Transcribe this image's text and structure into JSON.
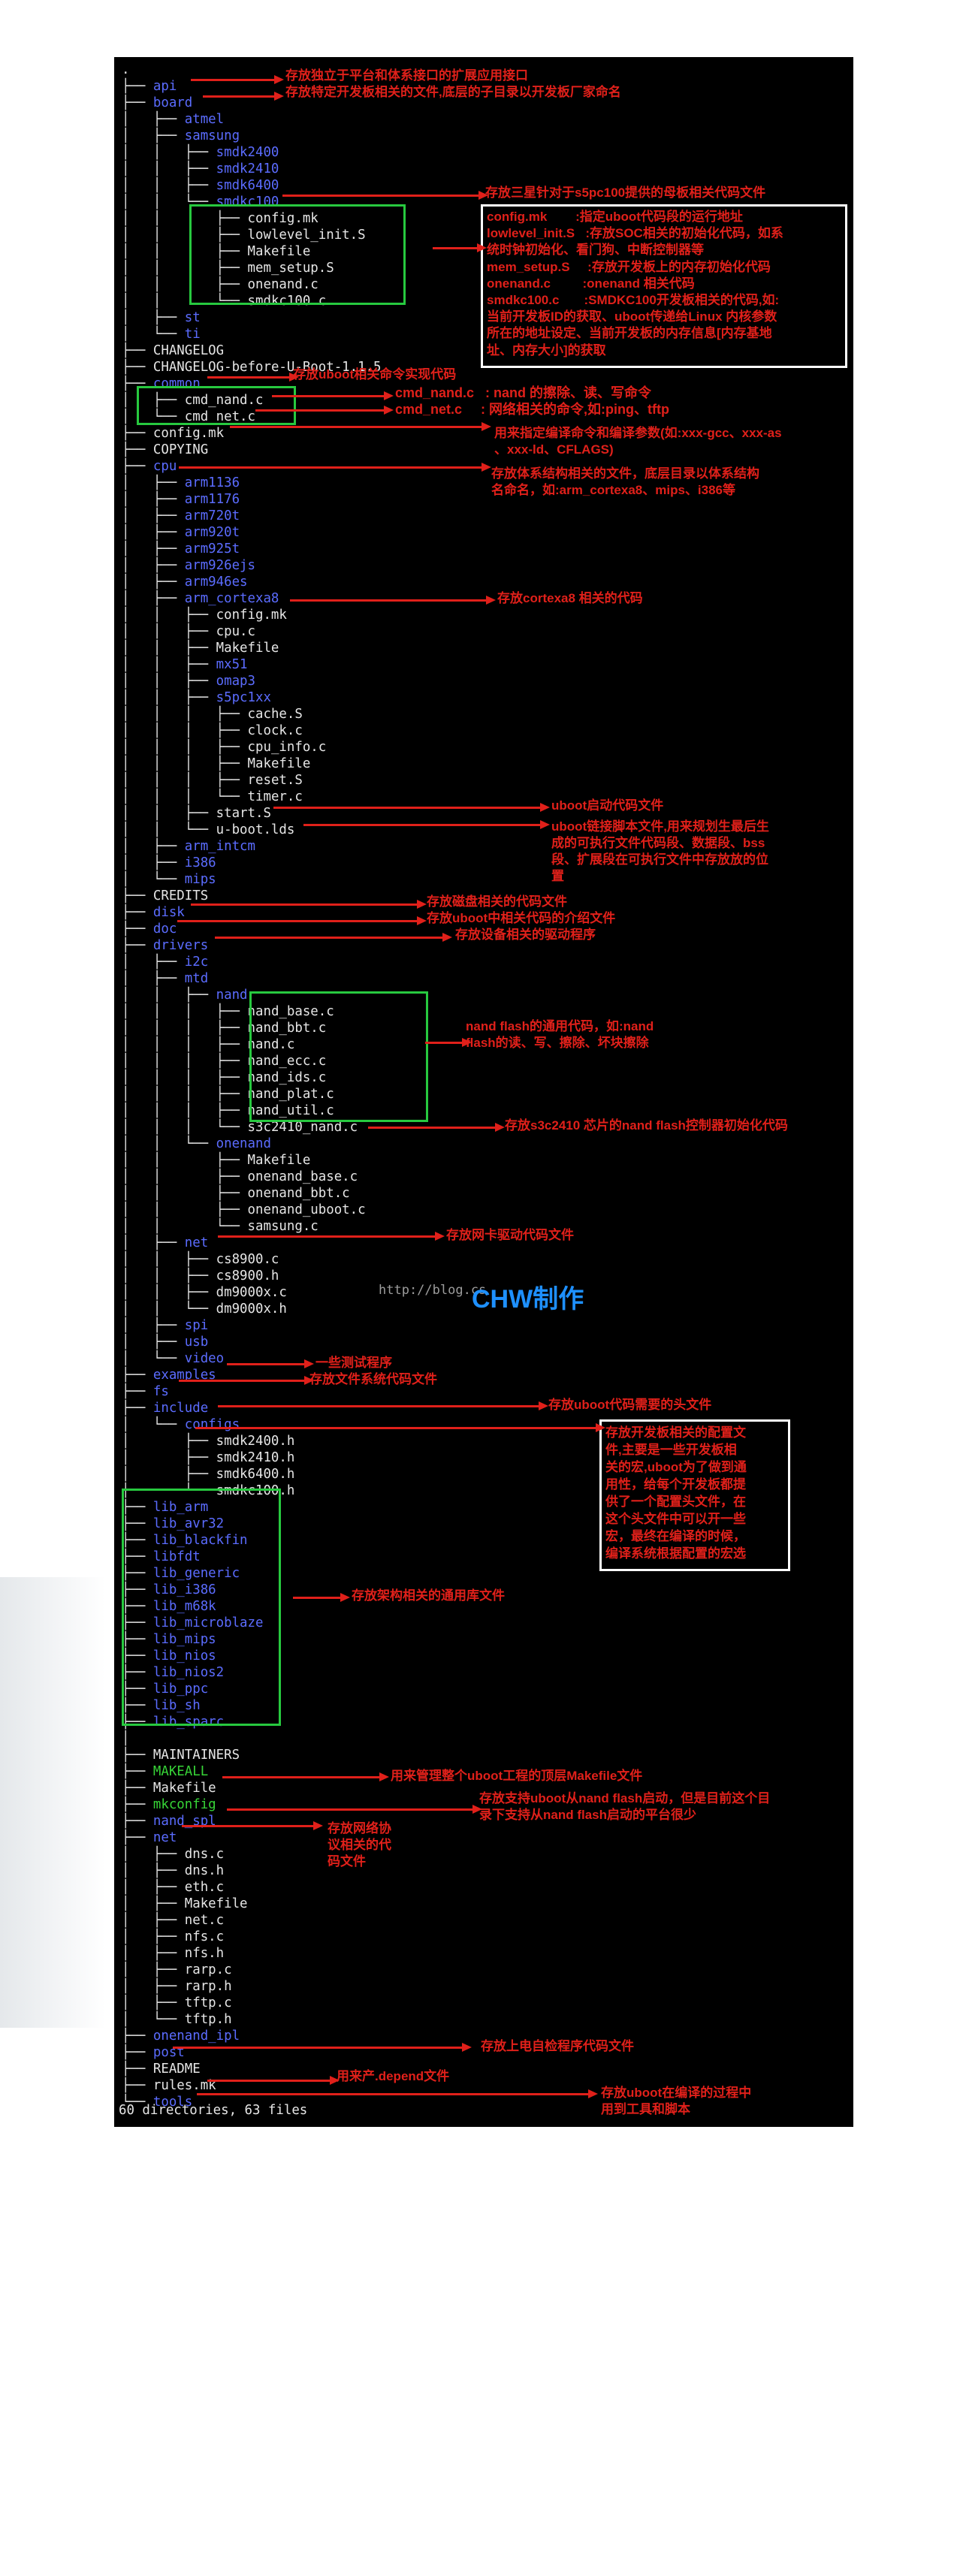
{
  "tree_lines": [
    {
      "text": ".",
      "color": "w"
    },
    {
      "text": "├── api",
      "color": "d"
    },
    {
      "text": "├── board",
      "color": "d"
    },
    {
      "text": "│   ├── atmel",
      "color": "d"
    },
    {
      "text": "│   ├── samsung",
      "color": "d"
    },
    {
      "text": "│   │   ├── smdk2400",
      "color": "d"
    },
    {
      "text": "│   │   ├── smdk2410",
      "color": "d"
    },
    {
      "text": "│   │   ├── smdk6400",
      "color": "d"
    },
    {
      "text": "│   │   └── smdkc100",
      "color": "d"
    },
    {
      "text": "│   │       ├── config.mk",
      "color": "w"
    },
    {
      "text": "│   │       ├── lowlevel_init.S",
      "color": "w"
    },
    {
      "text": "│   │       ├── Makefile",
      "color": "w"
    },
    {
      "text": "│   │       ├── mem_setup.S",
      "color": "w"
    },
    {
      "text": "│   │       ├── onenand.c",
      "color": "w"
    },
    {
      "text": "│   │       └── smdkc100.c",
      "color": "w"
    },
    {
      "text": "│   ├── st",
      "color": "d"
    },
    {
      "text": "│   └── ti",
      "color": "d"
    },
    {
      "text": "├── CHANGELOG",
      "color": "w"
    },
    {
      "text": "├── CHANGELOG-before-U-Boot-1.1.5",
      "color": "w"
    },
    {
      "text": "├── common",
      "color": "d"
    },
    {
      "text": "│   ├── cmd_nand.c",
      "color": "w"
    },
    {
      "text": "│   └── cmd_net.c",
      "color": "w"
    },
    {
      "text": "├── config.mk",
      "color": "w"
    },
    {
      "text": "├── COPYING",
      "color": "w"
    },
    {
      "text": "├── cpu",
      "color": "d"
    },
    {
      "text": "│   ├── arm1136",
      "color": "d"
    },
    {
      "text": "│   ├── arm1176",
      "color": "d"
    },
    {
      "text": "│   ├── arm720t",
      "color": "d"
    },
    {
      "text": "│   ├── arm920t",
      "color": "d"
    },
    {
      "text": "│   ├── arm925t",
      "color": "d"
    },
    {
      "text": "│   ├── arm926ejs",
      "color": "d"
    },
    {
      "text": "│   ├── arm946es",
      "color": "d"
    },
    {
      "text": "│   ├── arm_cortexa8",
      "color": "d"
    },
    {
      "text": "│   │   ├── config.mk",
      "color": "w"
    },
    {
      "text": "│   │   ├── cpu.c",
      "color": "w"
    },
    {
      "text": "│   │   ├── Makefile",
      "color": "w"
    },
    {
      "text": "│   │   ├── mx51",
      "color": "d"
    },
    {
      "text": "│   │   ├── omap3",
      "color": "d"
    },
    {
      "text": "│   │   ├── s5pc1xx",
      "color": "d"
    },
    {
      "text": "│   │   │   ├── cache.S",
      "color": "w"
    },
    {
      "text": "│   │   │   ├── clock.c",
      "color": "w"
    },
    {
      "text": "│   │   │   ├── cpu_info.c",
      "color": "w"
    },
    {
      "text": "│   │   │   ├── Makefile",
      "color": "w"
    },
    {
      "text": "│   │   │   ├── reset.S",
      "color": "w"
    },
    {
      "text": "│   │   │   └── timer.c",
      "color": "w"
    },
    {
      "text": "│   │   ├── start.S",
      "color": "w"
    },
    {
      "text": "│   │   └── u-boot.lds",
      "color": "w"
    },
    {
      "text": "│   ├── arm_intcm",
      "color": "d"
    },
    {
      "text": "│   ├── i386",
      "color": "d"
    },
    {
      "text": "│   └── mips",
      "color": "d"
    },
    {
      "text": "├── CREDITS",
      "color": "w"
    },
    {
      "text": "├── disk",
      "color": "d"
    },
    {
      "text": "├── doc",
      "color": "d"
    },
    {
      "text": "├── drivers",
      "color": "d"
    },
    {
      "text": "│   ├── i2c",
      "color": "d"
    },
    {
      "text": "│   ├── mtd",
      "color": "d"
    },
    {
      "text": "│   │   ├── nand",
      "color": "d"
    },
    {
      "text": "│   │   │   ├── nand_base.c",
      "color": "w"
    },
    {
      "text": "│   │   │   ├── nand_bbt.c",
      "color": "w"
    },
    {
      "text": "│   │   │   ├── nand.c",
      "color": "w"
    },
    {
      "text": "│   │   │   ├── nand_ecc.c",
      "color": "w"
    },
    {
      "text": "│   │   │   ├── nand_ids.c",
      "color": "w"
    },
    {
      "text": "│   │   │   ├── nand_plat.c",
      "color": "w"
    },
    {
      "text": "│   │   │   ├── nand_util.c",
      "color": "w"
    },
    {
      "text": "│   │   │   └── s3c2410_nand.c",
      "color": "w"
    },
    {
      "text": "│   │   └── onenand",
      "color": "d"
    },
    {
      "text": "│   │       ├── Makefile",
      "color": "w"
    },
    {
      "text": "│   │       ├── onenand_base.c",
      "color": "w"
    },
    {
      "text": "│   │       ├── onenand_bbt.c",
      "color": "w"
    },
    {
      "text": "│   │       ├── onenand_uboot.c",
      "color": "w"
    },
    {
      "text": "│   │       └── samsung.c",
      "color": "w"
    },
    {
      "text": "│   ├── net",
      "color": "d"
    },
    {
      "text": "│   │   ├── cs8900.c",
      "color": "w"
    },
    {
      "text": "│   │   ├── cs8900.h",
      "color": "w"
    },
    {
      "text": "│   │   ├── dm9000x.c",
      "color": "w"
    },
    {
      "text": "│   │   └── dm9000x.h",
      "color": "w"
    },
    {
      "text": "│   ├── spi",
      "color": "d"
    },
    {
      "text": "│   ├── usb",
      "color": "d"
    },
    {
      "text": "│   └── video",
      "color": "d"
    },
    {
      "text": "├── examples",
      "color": "d"
    },
    {
      "text": "├── fs",
      "color": "d"
    },
    {
      "text": "├── include",
      "color": "d"
    },
    {
      "text": "│   └── configs",
      "color": "d"
    },
    {
      "text": "│       ├── smdk2400.h",
      "color": "w"
    },
    {
      "text": "│       ├── smdk2410.h",
      "color": "w"
    },
    {
      "text": "│       ├── smdk6400.h",
      "color": "w"
    },
    {
      "text": "│       └── smdkc100.h",
      "color": "w"
    },
    {
      "text": "├── lib_arm",
      "color": "d"
    },
    {
      "text": "├── lib_avr32",
      "color": "d"
    },
    {
      "text": "├── lib_blackfin",
      "color": "d"
    },
    {
      "text": "├── libfdt",
      "color": "d"
    },
    {
      "text": "├── lib_generic",
      "color": "d"
    },
    {
      "text": "├── lib_i386",
      "color": "d"
    },
    {
      "text": "├── lib_m68k",
      "color": "d"
    },
    {
      "text": "├── lib_microblaze",
      "color": "d"
    },
    {
      "text": "├── lib_mips",
      "color": "d"
    },
    {
      "text": "├── lib_nios",
      "color": "d"
    },
    {
      "text": "├── lib_nios2",
      "color": "d"
    },
    {
      "text": "├── lib_ppc",
      "color": "d"
    },
    {
      "text": "├── lib_sh",
      "color": "d"
    },
    {
      "text": "├── lib_sparc",
      "color": "d"
    },
    {
      "text": "│",
      "color": "w"
    },
    {
      "text": "├── MAINTAINERS",
      "color": "w"
    },
    {
      "text": "├── MAKEALL",
      "color": "g"
    },
    {
      "text": "├── Makefile",
      "color": "w"
    },
    {
      "text": "├── mkconfig",
      "color": "g"
    },
    {
      "text": "├── nand_spl",
      "color": "d"
    },
    {
      "text": "├── net",
      "color": "d"
    },
    {
      "text": "│   ├── dns.c",
      "color": "w"
    },
    {
      "text": "│   ├── dns.h",
      "color": "w"
    },
    {
      "text": "│   ├── eth.c",
      "color": "w"
    },
    {
      "text": "│   ├── Makefile",
      "color": "w"
    },
    {
      "text": "│   ├── net.c",
      "color": "w"
    },
    {
      "text": "│   ├── nfs.c",
      "color": "w"
    },
    {
      "text": "│   ├── nfs.h",
      "color": "w"
    },
    {
      "text": "│   ├── rarp.c",
      "color": "w"
    },
    {
      "text": "│   ├── rarp.h",
      "color": "w"
    },
    {
      "text": "│   ├── tftp.c",
      "color": "w"
    },
    {
      "text": "│   └── tftp.h",
      "color": "w"
    },
    {
      "text": "├── onenand_ipl",
      "color": "d"
    },
    {
      "text": "├── post",
      "color": "d"
    },
    {
      "text": "├── README",
      "color": "w"
    },
    {
      "text": "├── rules.mk",
      "color": "w"
    },
    {
      "text": "└── tools",
      "color": "d"
    }
  ],
  "summary": "60 directories, 63 files",
  "watermark": {
    "url": "http://blog.cs",
    "credit": "CHW制作"
  },
  "annotations": {
    "api": "存放独立于平台和体系接口的扩展应用接口",
    "board": "存放特定开发板相关的文件,底层的子目录以开发板厂家命名",
    "smdkc100": "存放三星针对于s5pc100提供的母板相关代码文件",
    "smdkc100_detail": "config.mk        :指定uboot代码段的运行地址\nlowlevel_init.S   :存放SOC相关的初始化代码，如系\n统时钟初始化、看门狗、中断控制器等\nmem_setup.S     :存放开发板上的内存初始化代码\nonenand.c         :onenand 相关代码\nsmdkc100.c       :SMDKC100开发板相关的代码,如:\n当前开发板ID的获取、uboot传递给Linux 内核参数\n所在的地址设定、当前开发板的内存信息[内存基地\n址、内存大小]的获取",
    "common": "存放uboot相关命令实现代码",
    "cmd_nand": "cmd_nand.c   : nand 的擦除、读、写命令",
    "cmd_net": "cmd_net.c     : 网络相关的命令,如:ping、tftp",
    "config_mk": "用来指定编译命令和编译参数(如:xxx-gcc、xxx-as\n、xxx-ld、CFLAGS)",
    "cpu": "存放体系结构相关的文件，底层目录以体系结构\n名命名，如:arm_cortexa8、mips、i386等",
    "cortexa8": "存放cortexa8 相关的代码",
    "start_s": "uboot启动代码文件",
    "uboot_lds": "uboot链接脚本文件,用来规划生最后生\n成的可执行文件代码段、数据段、bss\n段、扩展段在可执行文件中存放放的位\n置",
    "disk": "存放磁盘相关的代码文件",
    "doc": "存放uboot中相关代码的介绍文件",
    "drivers": "存放设备相关的驱动程序",
    "nand_flash": "nand flash的通用代码，如:nand\nflash的读、写、擦除、坏块擦除",
    "s3c2410": "存放s3c2410 芯片的nand flash控制器初始化代码",
    "net_drivers": "存放网卡驱动代码文件",
    "examples": "一些测试程序",
    "fs": "存放文件系统代码文件",
    "include": "存放uboot代码需要的头文件",
    "configs": "存放开发板相关的配置文\n件,主要是一些开发板相\n关的宏,uboot为了做到通\n用性，给每个开发板都提\n供了一个配置头文件，在\n这个头文件中可以开一些\n宏，最终在编译的时候，\n编译系统根据配置的宏选",
    "lib": "存放架构相关的通用库文件",
    "makefile": "用来管理整个uboot工程的顶层Makefile文件",
    "nand_spl": "存放支持uboot从nand flash启动，但是目前这个目\n录下支持从nand flash启动的平台很少",
    "net": "存放网络协\n议相关的代\n码文件",
    "post": "存放上电自检程序代码文件",
    "rules": "用来产.depend文件",
    "tools": "存放uboot在编译的过程中\n用到工具和脚本"
  }
}
